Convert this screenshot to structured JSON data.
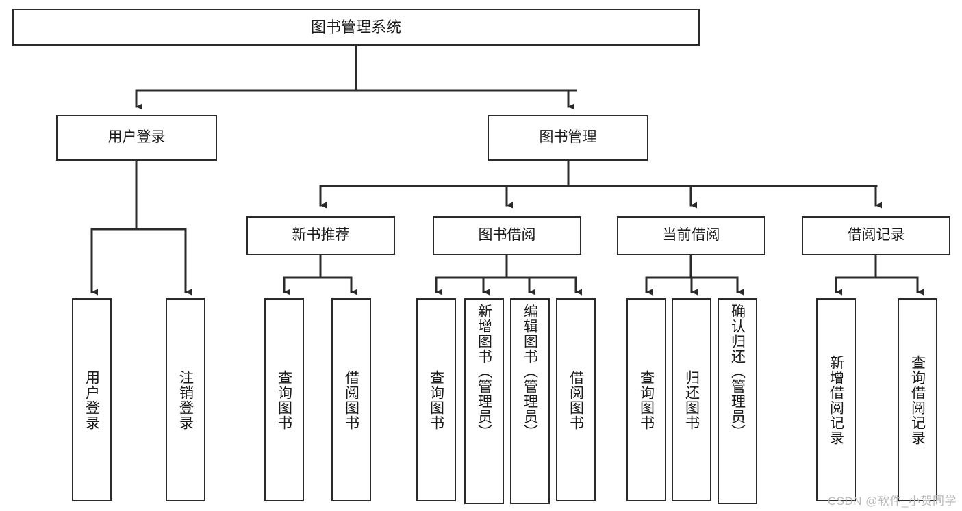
{
  "diagram": {
    "title": "图书管理系统",
    "type": "tree",
    "colors": {
      "box_border": "#2b2b2b",
      "box_fill": "#ffffff",
      "edge": "#2b2b2b",
      "text": "#1a1a1a",
      "watermark": "#b9b9b9"
    },
    "watermark": "CSDN @软件_小贺同学",
    "nodes": {
      "root": {
        "id": "root",
        "label": "图书管理系统",
        "orientation": "horizontal",
        "level": 0
      },
      "user_login": {
        "id": "user_login",
        "label": "用户登录",
        "orientation": "horizontal",
        "level": 1
      },
      "book_manage": {
        "id": "book_manage",
        "label": "图书管理",
        "orientation": "horizontal",
        "level": 1
      },
      "new_book_rec": {
        "id": "new_book_rec",
        "label": "新书推荐",
        "orientation": "horizontal",
        "level": 2
      },
      "book_borrow": {
        "id": "book_borrow",
        "label": "图书借阅",
        "orientation": "horizontal",
        "level": 2
      },
      "current_borrow": {
        "id": "current_borrow",
        "label": "当前借阅",
        "orientation": "horizontal",
        "level": 2
      },
      "borrow_record": {
        "id": "borrow_record",
        "label": "借阅记录",
        "orientation": "horizontal",
        "level": 2
      },
      "leaf_user_login": {
        "id": "leaf_user_login",
        "label": "用户登录",
        "orientation": "vertical",
        "level": 3,
        "parent": "user_login"
      },
      "leaf_logout": {
        "id": "leaf_logout",
        "label": "注销登录",
        "orientation": "vertical",
        "level": 3,
        "parent": "user_login"
      },
      "leaf_query_book_1": {
        "id": "leaf_query_book_1",
        "label": "查询图书",
        "orientation": "vertical",
        "level": 3,
        "parent": "new_book_rec"
      },
      "leaf_borrow_book_1": {
        "id": "leaf_borrow_book_1",
        "label": "借阅图书",
        "orientation": "vertical",
        "level": 3,
        "parent": "new_book_rec"
      },
      "leaf_query_book_2": {
        "id": "leaf_query_book_2",
        "label": "查询图书",
        "orientation": "vertical",
        "level": 3,
        "parent": "book_borrow"
      },
      "leaf_add_book": {
        "id": "leaf_add_book",
        "label": "新增图书（管理员）",
        "orientation": "vertical",
        "level": 3,
        "parent": "book_borrow"
      },
      "leaf_edit_book": {
        "id": "leaf_edit_book",
        "label": "编辑图书（管理员）",
        "orientation": "vertical",
        "level": 3,
        "parent": "book_borrow"
      },
      "leaf_borrow_book_2": {
        "id": "leaf_borrow_book_2",
        "label": "借阅图书",
        "orientation": "vertical",
        "level": 3,
        "parent": "book_borrow"
      },
      "leaf_query_book_3": {
        "id": "leaf_query_book_3",
        "label": "查询图书",
        "orientation": "vertical",
        "level": 3,
        "parent": "current_borrow"
      },
      "leaf_return_book": {
        "id": "leaf_return_book",
        "label": "归还图书",
        "orientation": "vertical",
        "level": 3,
        "parent": "current_borrow"
      },
      "leaf_confirm_return": {
        "id": "leaf_confirm_return",
        "label": "确认归还（管理员）",
        "orientation": "vertical",
        "level": 3,
        "parent": "current_borrow"
      },
      "leaf_add_record": {
        "id": "leaf_add_record",
        "label": "新增借阅记录",
        "orientation": "vertical",
        "level": 3,
        "parent": "borrow_record"
      },
      "leaf_query_record": {
        "id": "leaf_query_record",
        "label": "查询借阅记录",
        "orientation": "vertical",
        "level": 3,
        "parent": "borrow_record"
      }
    },
    "edges": [
      {
        "from": "root",
        "to": "user_login"
      },
      {
        "from": "root",
        "to": "book_manage"
      },
      {
        "from": "book_manage",
        "to": "new_book_rec"
      },
      {
        "from": "book_manage",
        "to": "book_borrow"
      },
      {
        "from": "book_manage",
        "to": "current_borrow"
      },
      {
        "from": "book_manage",
        "to": "borrow_record"
      },
      {
        "from": "user_login",
        "to": "leaf_user_login"
      },
      {
        "from": "user_login",
        "to": "leaf_logout"
      },
      {
        "from": "new_book_rec",
        "to": "leaf_query_book_1"
      },
      {
        "from": "new_book_rec",
        "to": "leaf_borrow_book_1"
      },
      {
        "from": "book_borrow",
        "to": "leaf_query_book_2"
      },
      {
        "from": "book_borrow",
        "to": "leaf_add_book"
      },
      {
        "from": "book_borrow",
        "to": "leaf_edit_book"
      },
      {
        "from": "book_borrow",
        "to": "leaf_borrow_book_2"
      },
      {
        "from": "current_borrow",
        "to": "leaf_query_book_3"
      },
      {
        "from": "current_borrow",
        "to": "leaf_return_book"
      },
      {
        "from": "current_borrow",
        "to": "leaf_confirm_return"
      },
      {
        "from": "borrow_record",
        "to": "leaf_add_record"
      },
      {
        "from": "borrow_record",
        "to": "leaf_query_record"
      }
    ]
  }
}
